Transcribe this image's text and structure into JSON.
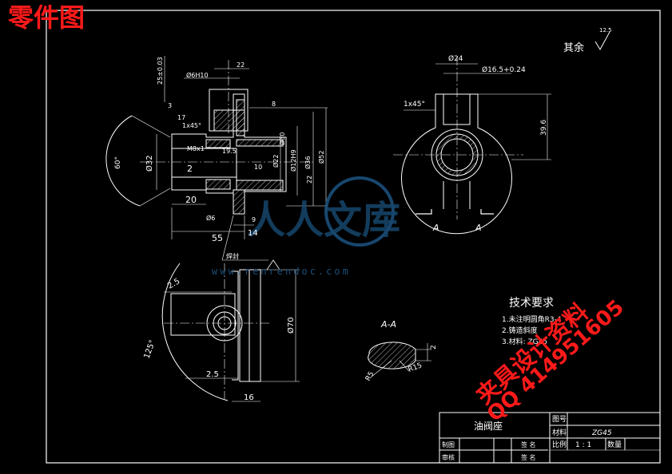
{
  "overlay_title": "零件图",
  "watermark": {
    "brand_text": "人人文库",
    "url": "www.renrendoc.com"
  },
  "red_watermark": {
    "line1": "夹具设计资料",
    "line2": "QQ 414951605"
  },
  "roughness_note": {
    "label": "其余",
    "value": "12.5"
  },
  "section_labels": {
    "cut_a_left": "A",
    "cut_a_right": "A",
    "section_title": "A-A"
  },
  "dims": {
    "d22_top": "22",
    "d25_left": "25±0.03",
    "m6h10": "Ø6H10",
    "d3_1": "3",
    "d8": "8",
    "d15x45": "1x45°",
    "d17": "17",
    "d32": "Ø32",
    "d2_left": "2",
    "d20": "20",
    "d55": "55",
    "d14": "14",
    "d9": "9",
    "d60deg": "60°",
    "d6": "Ø6",
    "d10": "10",
    "d22_mid": "Ø22",
    "d30": "Ø30",
    "d12h9": "Ø12H9",
    "d36": "Ø36",
    "d22_v": "22",
    "d52": "Ø52",
    "d19_5": "19.5",
    "m8x1": "M8x1",
    "weld": "焊封",
    "d24": "Ø24",
    "d16": "Ø16.5+0.24",
    "c1x45": "1x45°",
    "d39_6": "39.6",
    "d2_5_a": "2.5",
    "d125": "125°",
    "d2_5_b": "2.5",
    "d70": "Ø70",
    "d16_bottom": "16",
    "r5": "R5",
    "r15": "R15",
    "d2_sec": "2"
  },
  "tech_req": {
    "title": "技术要求",
    "items": [
      "1.未注明圆角R3-4",
      "2.铸造斜度",
      "3.材料: ZG45"
    ]
  },
  "title_block": {
    "part_name": "油阀座",
    "drawing_no_label": "图号",
    "material_label": "材料",
    "material_value": "ZG45",
    "scale_label": "比例",
    "scale_value": "1 : 1",
    "qty_label": "数量",
    "drawn_label": "制图",
    "checked_label": "审核",
    "sign1": "签 名",
    "sign2": "签 名"
  },
  "colors": {
    "lines": "#ffffff",
    "dims": "#e6e6e6",
    "red": "#ff1a1a",
    "watermark": "#1b4f7a"
  }
}
